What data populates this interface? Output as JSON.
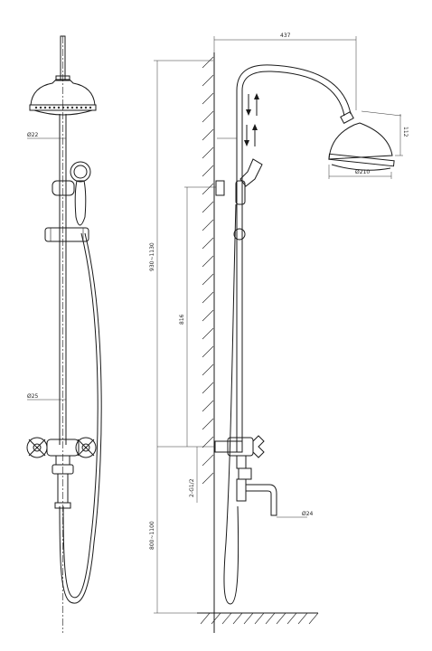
{
  "labels": {
    "d22": "Ø22",
    "d25": "Ø25",
    "height_total": "930~1130",
    "height_816": "816",
    "inlet": "2-G1/2",
    "height_mixer": "800~1100",
    "d24": "Ø24",
    "reach": "437",
    "head_dia": "Ø210",
    "head_h": "112"
  },
  "icons": [
    "up-down-arrows-icon",
    "up-down-arrows-icon"
  ]
}
